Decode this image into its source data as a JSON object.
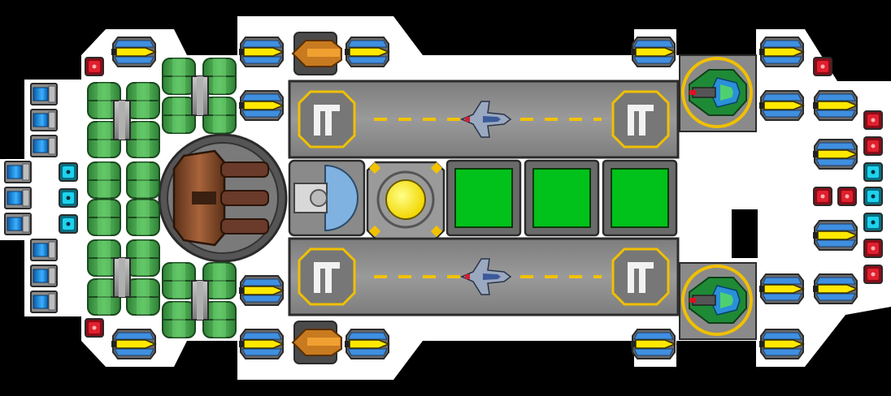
{
  "game": {
    "title": "",
    "scene": "ship-builder-top-down"
  },
  "palette": {
    "background": "#000000",
    "hull": "#ffffff",
    "deck": "#808080",
    "deck_dark": "#5f5f5f",
    "outline": "#2b2b2b",
    "hangar_stripe": "#f2c200",
    "green_block": "#00c21a",
    "green_armor": "#3fa34a",
    "thruster_blue": "#1e8fe0",
    "cyan_block": "#00c8e6",
    "red_block": "#d8182a",
    "turret_brown": "#8a5030",
    "core_yellow": "#ffee00",
    "fighter_green": "#22a040"
  },
  "icons": {
    "hangar_pad": "hangar-landing-pad-icon",
    "fighter": "fighter-craft-icon",
    "weapon": "yellow-missile-launcher-icon",
    "reactor": "reactor-core-icon",
    "cargo": "green-cargo-block-icon",
    "thruster": "blue-thruster-icon",
    "turret": "heavy-turret-icon",
    "shield": "shield-generator-icon"
  },
  "modules": {
    "hangars": 2,
    "cargo_blocks": 3,
    "reactor_cores": 1,
    "heavy_turrets": 1,
    "escort_fighters": 2
  }
}
